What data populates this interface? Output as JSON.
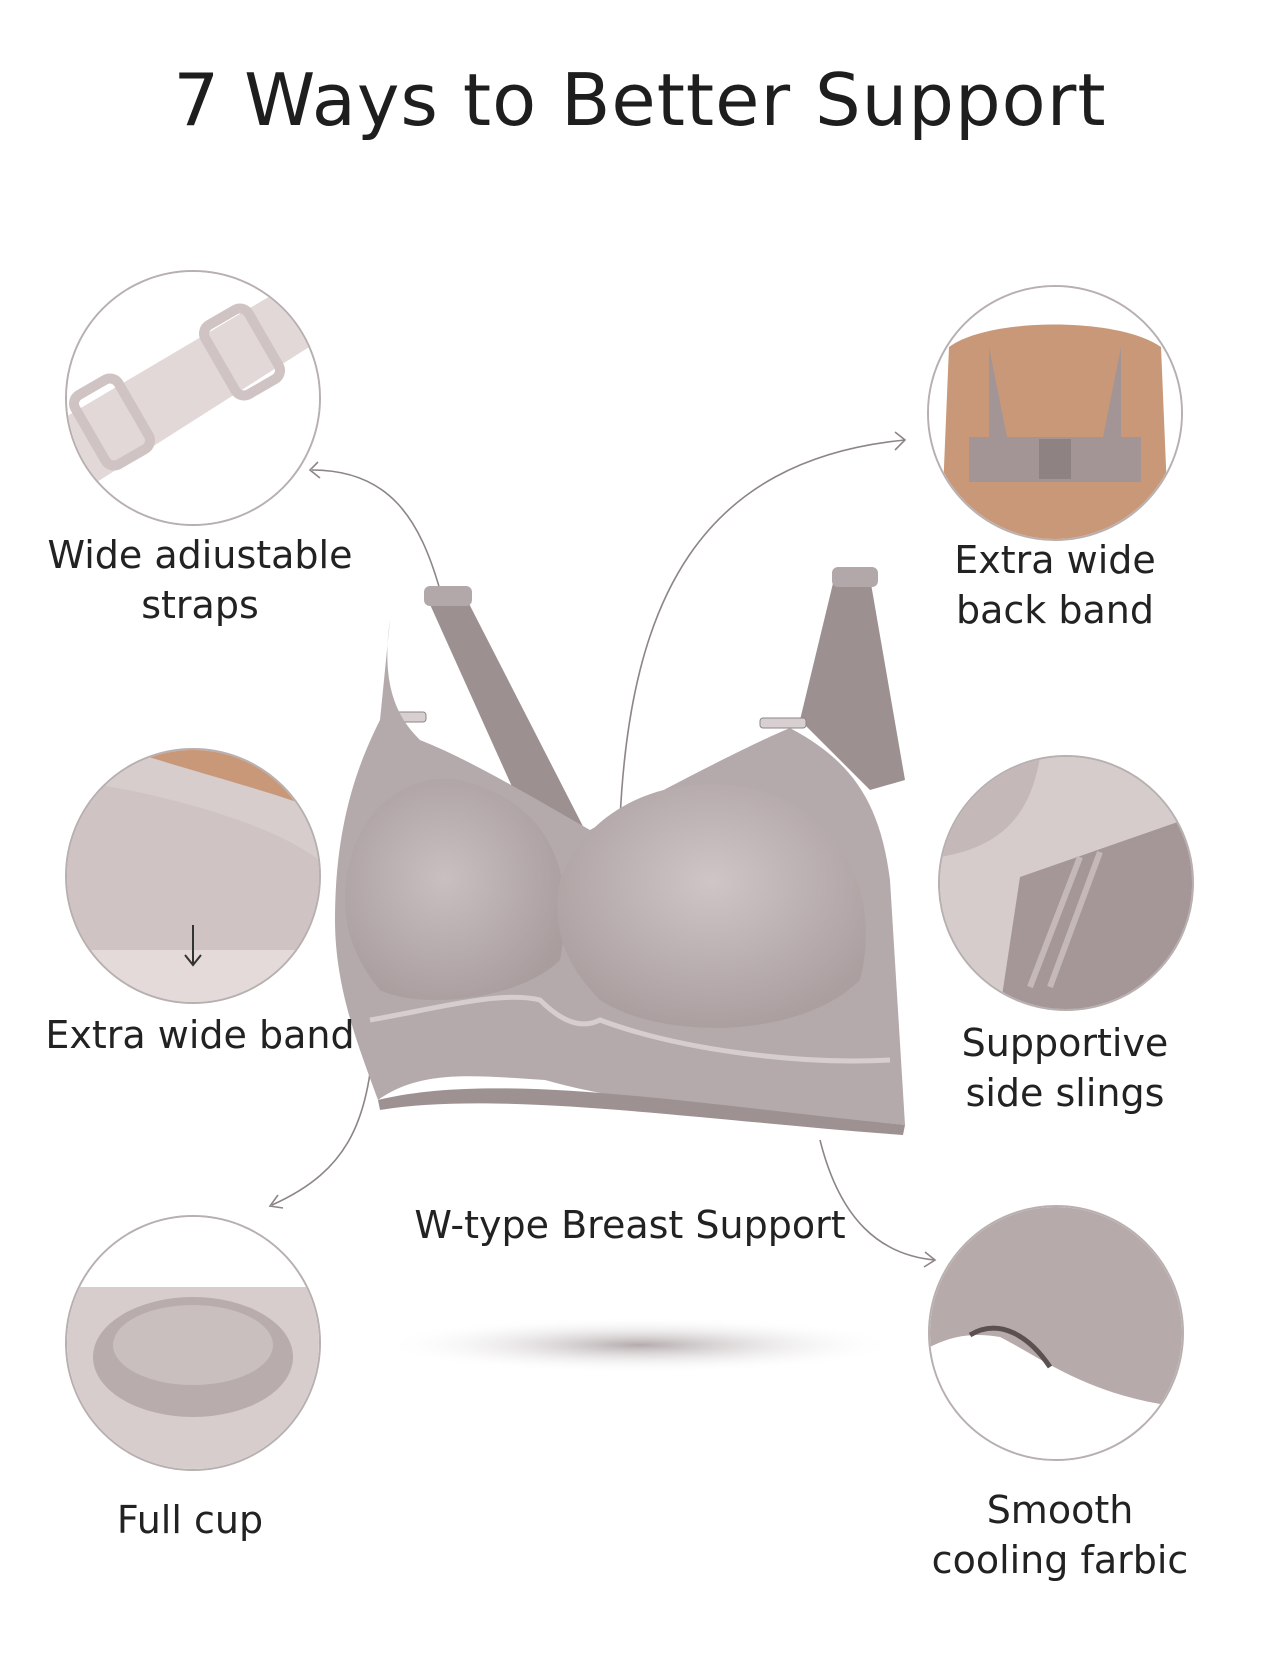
{
  "title": "7 Ways to Better Support",
  "features": {
    "straps": {
      "line1": "Wide adiustable",
      "line2": "straps",
      "icon": "strap-adjuster-photo"
    },
    "back_band": {
      "line1": "Extra wide",
      "line2": "back band",
      "icon": "back-view-photo"
    },
    "band": {
      "line1": "Extra wide band",
      "icon": "underband-photo"
    },
    "side_slings": {
      "line1": "Supportive",
      "line2": "side slings",
      "icon": "side-sling-photo"
    },
    "full_cup": {
      "line1": "Full cup",
      "icon": "cup-photo"
    },
    "fabric": {
      "line1": "Smooth",
      "line2": "cooling farbic",
      "icon": "fabric-photo"
    }
  },
  "center": {
    "label": "W-type Breast Support"
  },
  "colors": {
    "bra": "#b8aeaf",
    "bra_shadow": "#9d9192",
    "skin": "#c99878",
    "outline": "#b8b0b0"
  }
}
